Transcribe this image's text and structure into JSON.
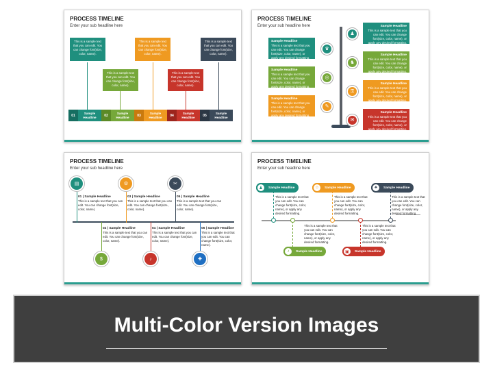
{
  "common": {
    "title": "PROCESS TIMELINE",
    "subtitle": "Enter your sub headline here",
    "headline": "Sample Headline",
    "body_short": "This is a sample text that you can edit. You can change font(size, color, name).",
    "body_long": "This is a sample text that you can edit. You can change font(size, color, name), or apply any desired formatting."
  },
  "colors": {
    "teal": "#1f8f7e",
    "green": "#76a83a",
    "orange": "#ef9a21",
    "red": "#c7352b",
    "navy": "#3b4a5a",
    "bottom_bar": "#2a9d8f"
  },
  "slide1": {
    "steps": [
      {
        "num": "01",
        "label": "Sample Headline",
        "color": "#1f8f7e"
      },
      {
        "num": "02",
        "label": "Sample Headline",
        "color": "#76a83a"
      },
      {
        "num": "03",
        "label": "Sample Headline",
        "color": "#ef9a21"
      },
      {
        "num": "04",
        "label": "Sample Headline",
        "color": "#c7352b"
      },
      {
        "num": "05",
        "label": "Sample Headline",
        "color": "#3b4a5a"
      }
    ]
  },
  "slide2": {
    "icons": [
      "trophy-icon",
      "chess-pawn-icon",
      "target-icon",
      "chess-piece-icon",
      "lock-icon",
      "tag-icon",
      "envelope-icon"
    ]
  },
  "slide3": {
    "items": [
      {
        "label": "01 | Sample Headline",
        "icon": "presentation-icon",
        "color": "#1f8f7e"
      },
      {
        "label": "02 | Sample Headline",
        "icon": "dollar-icon",
        "color": "#76a83a"
      },
      {
        "label": "03 | Sample Headline",
        "icon": "gears-icon",
        "color": "#ef9a21"
      },
      {
        "label": "04 | Sample Headline",
        "icon": "microphone-icon",
        "color": "#c7352b"
      },
      {
        "label": "05 | Sample Headline",
        "icon": "tools-icon",
        "color": "#3b4a5a"
      },
      {
        "label": "06 | Sample Headline",
        "icon": "bandage-icon",
        "color": "#1f6fc2"
      }
    ]
  },
  "slide4": {
    "icons": [
      "chess-pawn-icon",
      "users-icon",
      "user-group-icon",
      "microphone-icon",
      "briefcase-icon"
    ]
  },
  "banner": {
    "title": "Multi-Color Version Images"
  }
}
